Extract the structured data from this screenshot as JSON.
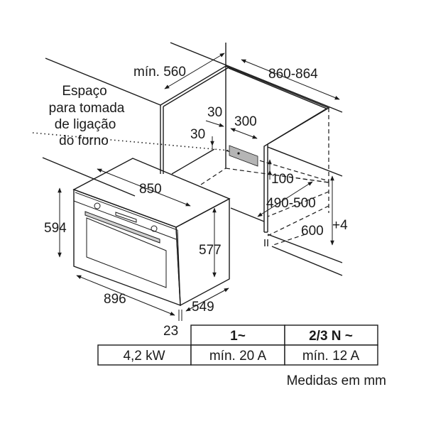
{
  "dimensions": {
    "cabinet_depth": "mín. 560",
    "cabinet_width": "860-864",
    "socket_offset_side": "30",
    "socket_width": "300",
    "socket_offset_top": "30",
    "socket_height": "100",
    "cabinet_inner_depth": "490-500",
    "cabinet_height": "600",
    "cabinet_height_tolerance": "+4",
    "oven_width_body": "850",
    "oven_height_front": "594",
    "oven_height_body": "577",
    "oven_width_front": "896",
    "oven_depth": "549",
    "front_thickness": "23"
  },
  "socket_label": [
    "Espaço",
    "para tomada",
    "de ligação",
    "do forno"
  ],
  "electrical_table": {
    "headers": [
      "1~",
      "2/3 N ~"
    ],
    "power": "4,2 kW",
    "values": [
      "mín. 20 A",
      "mín. 12 A"
    ]
  },
  "units_note": "Medidas em mm",
  "colors": {
    "line": "#1a1a1a",
    "socket_fill": "#b5b5b5"
  }
}
